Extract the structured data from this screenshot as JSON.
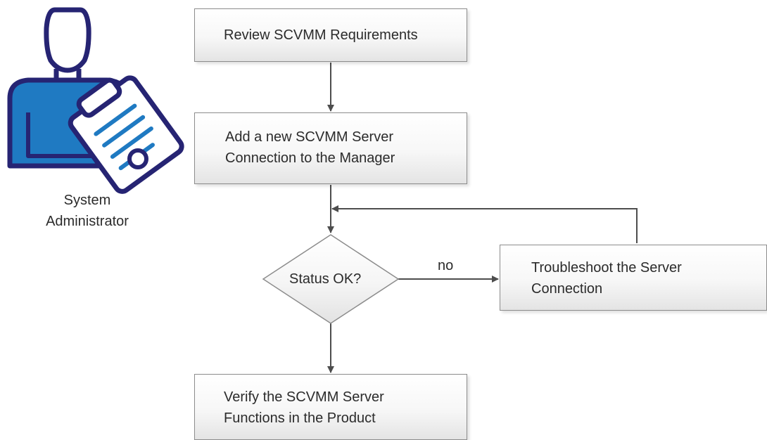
{
  "role": {
    "line1": "System",
    "line2": "Administrator"
  },
  "steps": {
    "review": {
      "line1": "Review SCVMM Requirements"
    },
    "add": {
      "line1": "Add a new SCVMM Server",
      "line2": "Connection to the Manager"
    },
    "decision": {
      "label": "Status OK?",
      "no_label": "no"
    },
    "troubleshoot": {
      "line1": "Troubleshoot the Server",
      "line2": "Connection"
    },
    "verify": {
      "line1": "Verify the SCVMM Server",
      "line2": "Functions in the Product"
    }
  },
  "colors": {
    "icon_outline": "#262473",
    "icon_fill": "#1f7ac2",
    "box_border": "#8c8c8c",
    "arrow": "#4d4d4d"
  },
  "icons": [
    "system-administrator-icon",
    "clipboard-icon"
  ]
}
